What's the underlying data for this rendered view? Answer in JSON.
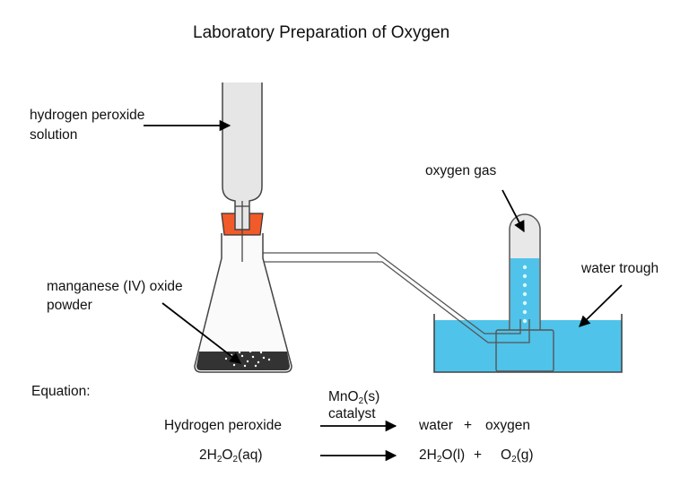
{
  "title": "Laboratory Preparation of Oxygen",
  "labels": {
    "hydrogen_peroxide_line1": "hydrogen peroxide",
    "hydrogen_peroxide_line2": "solution",
    "oxygen_gas": "oxygen gas",
    "manganese_line1": "manganese (IV) oxide",
    "manganese_line2": "powder",
    "water_trough": "water trough"
  },
  "equation": {
    "heading": "Equation:",
    "catalyst_formula": {
      "pre": "MnO",
      "sub": "2",
      "post": "(s)"
    },
    "catalyst_word": "catalyst",
    "word_reactant": "Hydrogen peroxide",
    "word_product_1": "water",
    "word_plus": "+",
    "word_product_2": "oxygen",
    "sym_reactant": {
      "a": "2H",
      "s1": "2",
      "b": "O",
      "s2": "2",
      "c": "(aq)"
    },
    "sym_product_1": {
      "a": "2H",
      "s1": "2",
      "b": "O(l)"
    },
    "sym_plus": "+",
    "sym_product_2": {
      "a": "O",
      "s1": "2",
      "b": "(g)"
    }
  },
  "colors": {
    "stopper": "#f15a29",
    "water": "#4fc3ea",
    "powder": "#333333",
    "funnel": "#e6e6e6",
    "outline": "#444444"
  }
}
